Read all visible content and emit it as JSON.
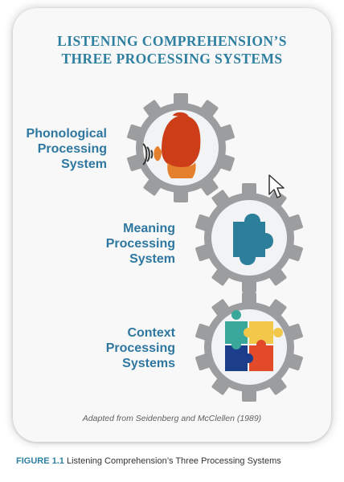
{
  "title": {
    "line1": "LISTENING COMPREHENSION’S",
    "line2": "THREE PROCESSING SYSTEMS"
  },
  "systems": [
    {
      "line1": "Phonological",
      "line2": "Processing",
      "line3": "System",
      "icon": "listening-head-icon"
    },
    {
      "line1": "Meaning",
      "line2": "Processing",
      "line3": "System",
      "icon": "puzzle-piece-icon"
    },
    {
      "line1": "Context",
      "line2": "Processing",
      "line3": "Systems",
      "icon": "assembled-puzzle-icon"
    }
  ],
  "credit": "Adapted from Seidenberg and McClellen (1989)",
  "figure_caption": {
    "number": "FIGURE 1.1",
    "text": "Listening Comprehension’s Three Processing Systems"
  },
  "colors": {
    "title": "#2e7fa0",
    "gear": "#9b9d9f",
    "gear_inner": "#f2f3f4",
    "head": "#cd3d17",
    "face": "#e47f2c",
    "puzzle_blue": "#2b7f9a",
    "puzzle_teal": "#3aa79b",
    "puzzle_yellow": "#f2c84a",
    "puzzle_navy": "#1c3e8a",
    "puzzle_red": "#e24a2a"
  }
}
